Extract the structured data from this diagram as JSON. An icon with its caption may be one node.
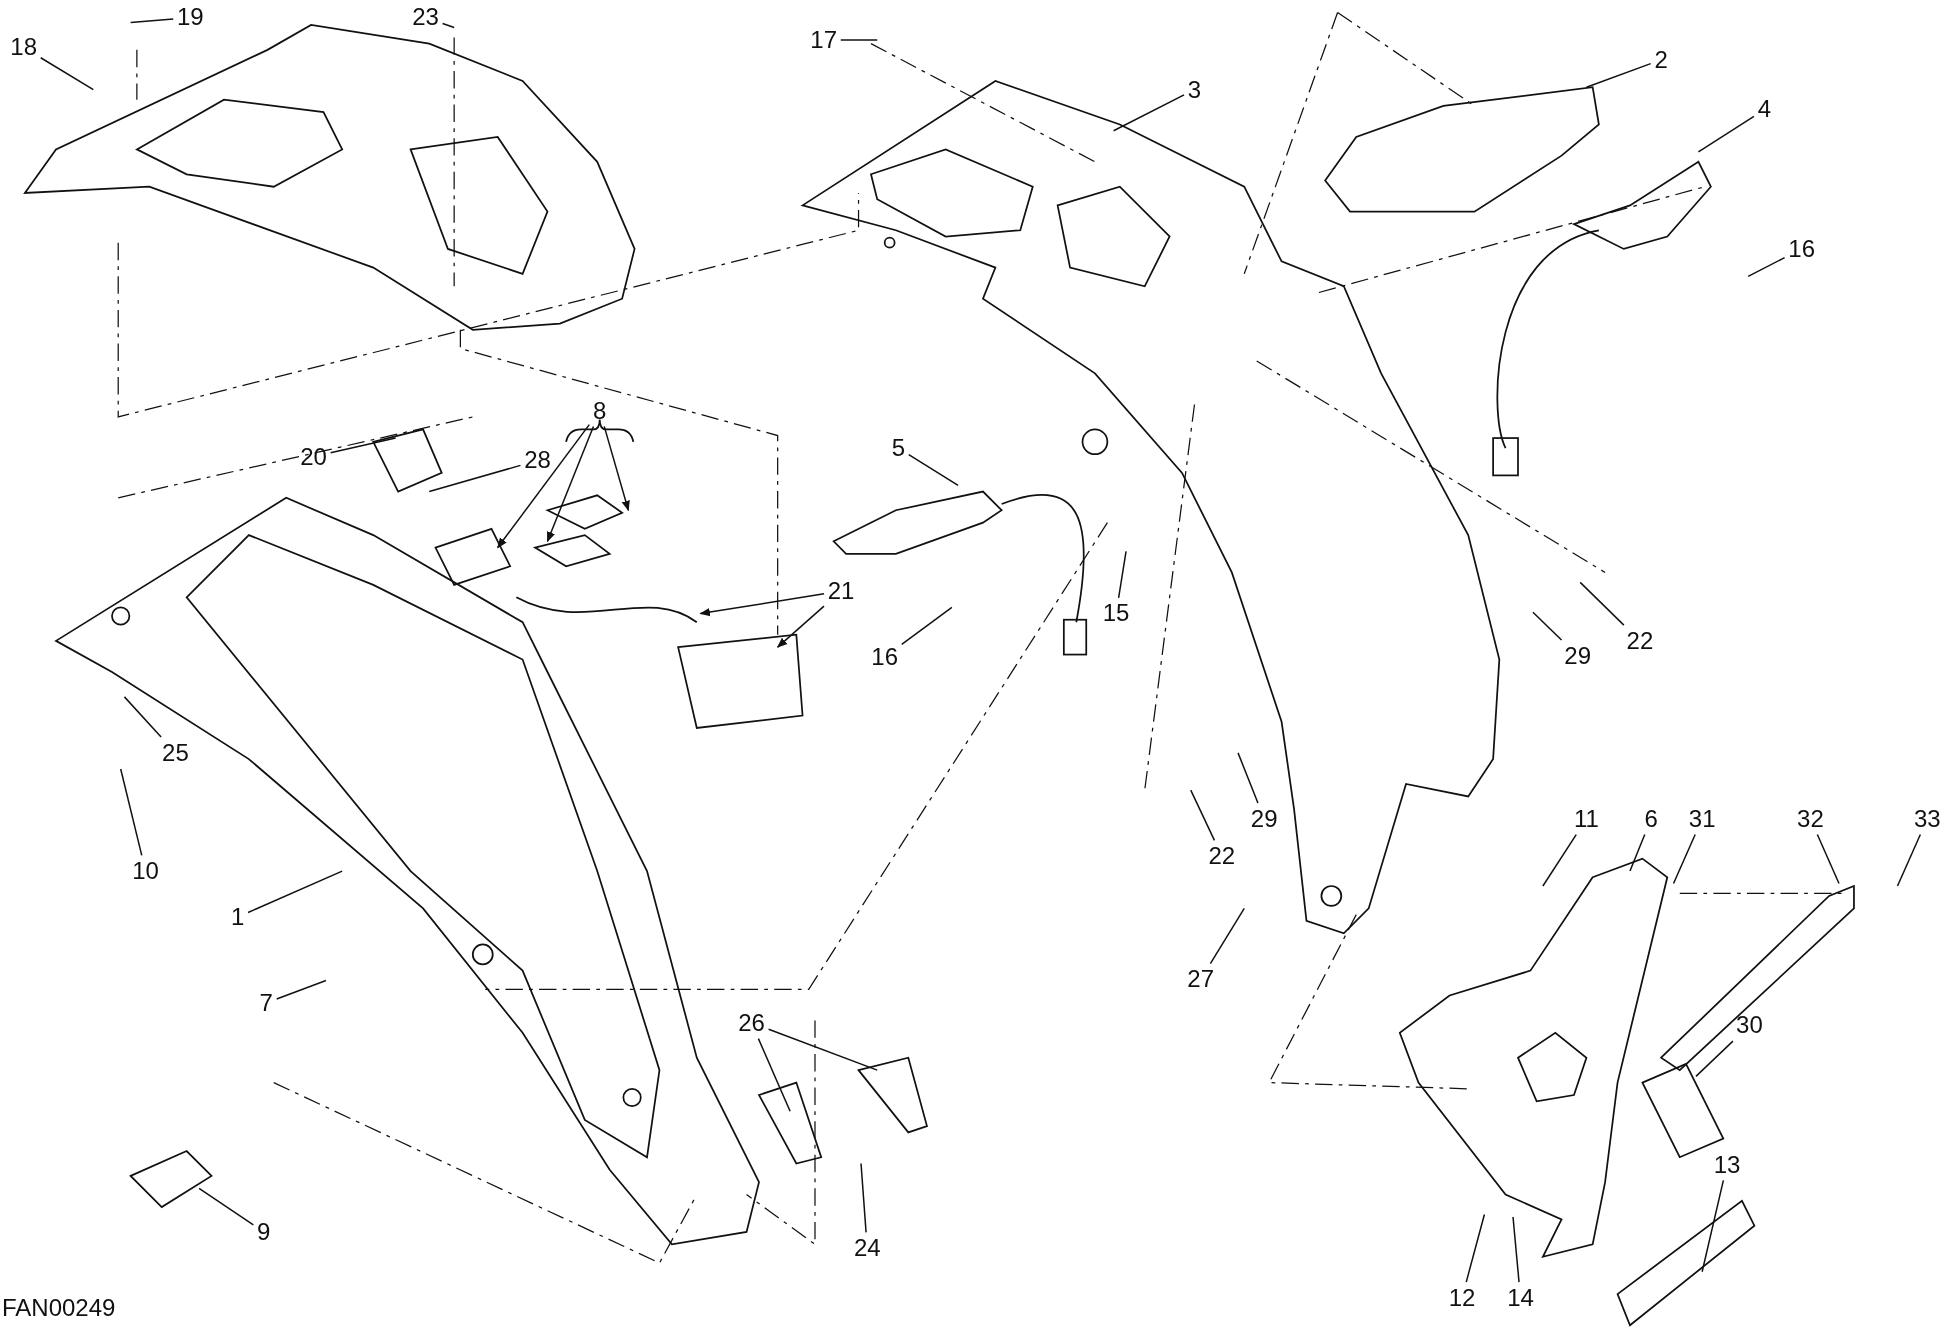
{
  "diagram": {
    "nodes": [
      {
        "text": [
          "19"
        ]
      },
      {
        "text": [
          "23"
        ]
      },
      {
        "text": [
          "18"
        ]
      },
      {
        "text": [
          "17"
        ]
      },
      {
        "text": [
          "3"
        ]
      },
      {
        "text": [
          "2"
        ]
      },
      {
        "text": [
          "4"
        ]
      },
      {
        "text": [
          "16"
        ]
      },
      {
        "text": [
          "20"
        ]
      },
      {
        "text": [
          "8"
        ]
      },
      {
        "text": [
          "28"
        ]
      },
      {
        "text": [
          "5"
        ]
      },
      {
        "text": [
          "21"
        ]
      },
      {
        "text": [
          "15"
        ]
      },
      {
        "text": [
          "16"
        ]
      },
      {
        "text": [
          "25"
        ]
      },
      {
        "text": [
          "22"
        ]
      },
      {
        "text": [
          "29"
        ]
      },
      {
        "text": [
          "10"
        ]
      },
      {
        "text": [
          "29"
        ]
      },
      {
        "text": [
          "22"
        ]
      },
      {
        "text": [
          "11"
        ]
      },
      {
        "text": [
          "6"
        ]
      },
      {
        "text": [
          "31"
        ]
      },
      {
        "text": [
          "32"
        ]
      },
      {
        "text": [
          "33"
        ]
      },
      {
        "text": [
          "27"
        ]
      },
      {
        "text": [
          "1"
        ]
      },
      {
        "text": [
          "7"
        ]
      },
      {
        "text": [
          "26"
        ]
      },
      {
        "text": [
          "30"
        ]
      },
      {
        "text": [
          "13"
        ]
      },
      {
        "text": [
          "9"
        ]
      },
      {
        "text": [
          "24"
        ]
      },
      {
        "text": [
          "12"
        ]
      },
      {
        "text": [
          "14"
        ]
      }
    ],
    "edges": [
      {
        "from": 0,
        "to": null,
        "arrow": "none"
      },
      {
        "from": 1,
        "to": null,
        "arrow": "none"
      },
      {
        "from": 2,
        "to": null,
        "arrow": "none"
      },
      {
        "from": 3,
        "to": null,
        "arrow": "none"
      },
      {
        "from": 4,
        "to": null,
        "arrow": "none"
      },
      {
        "from": 5,
        "to": null,
        "arrow": "none"
      },
      {
        "from": 6,
        "to": null,
        "arrow": "none"
      },
      {
        "from": 7,
        "to": null,
        "arrow": "none"
      },
      {
        "from": 8,
        "to": null,
        "arrow": "none"
      },
      {
        "from": 9,
        "to": null,
        "arrow": "to"
      },
      {
        "from": 9,
        "to": null,
        "arrow": "to"
      },
      {
        "from": 9,
        "to": null,
        "arrow": "to"
      },
      {
        "from": 10,
        "to": null,
        "arrow": "none"
      },
      {
        "from": 11,
        "to": null,
        "arrow": "none"
      },
      {
        "from": 12,
        "to": null,
        "arrow": "to"
      },
      {
        "from": 12,
        "to": null,
        "arrow": "to"
      },
      {
        "from": 13,
        "to": null,
        "arrow": "none"
      },
      {
        "from": 14,
        "to": null,
        "arrow": "none"
      },
      {
        "from": 15,
        "to": null,
        "arrow": "none"
      },
      {
        "from": 16,
        "to": null,
        "arrow": "none"
      },
      {
        "from": 17,
        "to": null,
        "arrow": "none"
      },
      {
        "from": 18,
        "to": null,
        "arrow": "none"
      },
      {
        "from": 19,
        "to": null,
        "arrow": "none"
      },
      {
        "from": 20,
        "to": null,
        "arrow": "none"
      },
      {
        "from": 21,
        "to": null,
        "arrow": "none"
      },
      {
        "from": 22,
        "to": null,
        "arrow": "none"
      },
      {
        "from": 23,
        "to": null,
        "arrow": "none"
      },
      {
        "from": 24,
        "to": null,
        "arrow": "none"
      },
      {
        "from": 25,
        "to": null,
        "arrow": "none"
      },
      {
        "from": 26,
        "to": null,
        "arrow": "none"
      },
      {
        "from": 27,
        "to": null,
        "arrow": "none"
      },
      {
        "from": 28,
        "to": null,
        "arrow": "none"
      },
      {
        "from": 29,
        "to": null,
        "arrow": "none"
      },
      {
        "from": 29,
        "to": null,
        "arrow": "none"
      },
      {
        "from": 30,
        "to": null,
        "arrow": "none"
      },
      {
        "from": 31,
        "to": null,
        "arrow": "none"
      },
      {
        "from": 32,
        "to": null,
        "arrow": "none"
      },
      {
        "from": 33,
        "to": null,
        "arrow": "none"
      },
      {
        "from": 34,
        "to": null,
        "arrow": "none"
      },
      {
        "from": 35,
        "to": null,
        "arrow": "none"
      }
    ],
    "labels": [
      "FAN00249"
    ]
  }
}
